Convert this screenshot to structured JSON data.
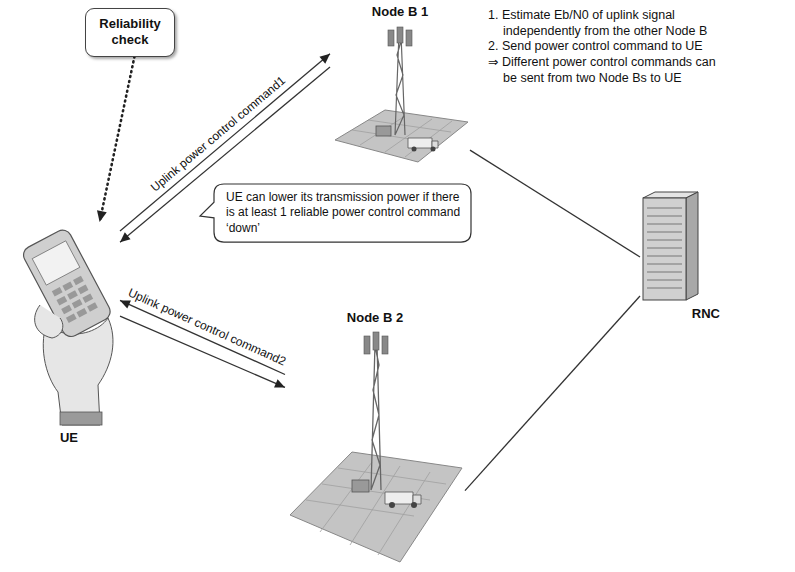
{
  "diagram": {
    "nodes": [
      {
        "text": [
          "Reliability check"
        ]
      },
      {
        "text": [
          "Node B 1"
        ]
      },
      {
        "text": [
          "UE"
        ]
      },
      {
        "text": [
          "UE can lower its transmission power if there is at least 1 reliable power control command ‘down’"
        ]
      },
      {
        "text": [
          "Node B 2"
        ]
      },
      {
        "text": [
          "RNC"
        ]
      }
    ],
    "edges": [
      {
        "from": 2,
        "to": 1,
        "arrow": "to",
        "label": "Uplink power control command1"
      },
      {
        "from": 1,
        "to": 2,
        "arrow": "to"
      },
      {
        "from": 4,
        "to": 2,
        "arrow": "to",
        "label": "Uplink power control command2"
      },
      {
        "from": 2,
        "to": 4,
        "arrow": "to"
      },
      {
        "from": 1,
        "to": 5,
        "arrow": "none"
      },
      {
        "from": 4,
        "to": 5,
        "arrow": "none"
      },
      {
        "from": 0,
        "to": 2,
        "arrow": "to"
      }
    ],
    "labels": [
      "1. Estimate Eb/N0 of uplink signal independently from the other Node B",
      "2. Send power control command to UE",
      "⇒ Different power control commands can be sent from two Node Bs to UE"
    ]
  }
}
